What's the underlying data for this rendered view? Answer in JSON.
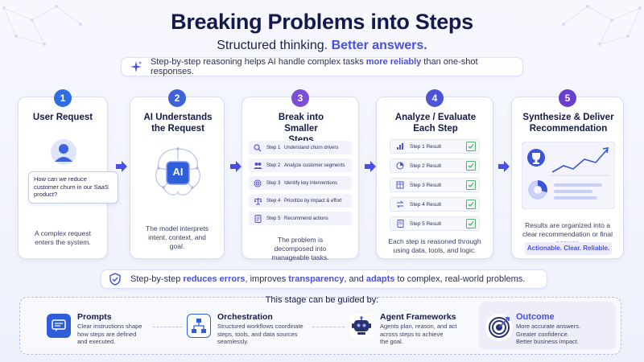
{
  "title": "Breaking Problems into Steps",
  "subtitle": {
    "lead": "Structured thinking.",
    "accent": "Better answers."
  },
  "banner": {
    "before": "Step-by-step reasoning helps AI handle complex tasks ",
    "bold": "more reliably",
    "after": " than one-shot responses."
  },
  "colors": {
    "s1": "#2f6ee0",
    "s2": "#3e62d8",
    "s3": "#7c4fd8",
    "s4": "#4c55d6",
    "s5": "#6a3fd0",
    "accent": "#4a4fe0",
    "check": "#4fb36b"
  },
  "steps": [
    {
      "num": "1",
      "title": "User Request",
      "bubble": "How can we reduce customer churn in our SaaS product?",
      "desc": "A complex request enters the system."
    },
    {
      "num": "2",
      "title": "AI Understands the Request",
      "chip": "AI",
      "desc": "The model interprets intent, context, and goal."
    },
    {
      "num": "3",
      "title": "Break into Smaller Steps",
      "desc": "The problem is decomposed into manageable tasks.",
      "items": [
        {
          "n": "Step 1",
          "t": "Understand churn drivers",
          "icon": "search-icon"
        },
        {
          "n": "Step 2",
          "t": "Analyze customer segments",
          "icon": "users-icon"
        },
        {
          "n": "Step 3",
          "t": "Identify key interventions",
          "icon": "target-icon"
        },
        {
          "n": "Step 4",
          "t": "Prioritize by impact & effort",
          "icon": "scale-icon"
        },
        {
          "n": "Step 5",
          "t": "Recommend actions",
          "icon": "document-icon"
        }
      ]
    },
    {
      "num": "4",
      "title": "Analyze / Evaluate Each Step",
      "desc": "Each step is reasoned through using data, tools, and logic.",
      "items": [
        {
          "t": "Step 1 Result",
          "icon": "bar-chart-icon"
        },
        {
          "t": "Step 2 Result",
          "icon": "pie-chart-icon"
        },
        {
          "t": "Step 3 Result",
          "icon": "table-icon"
        },
        {
          "t": "Step 4 Result",
          "icon": "swap-icon"
        },
        {
          "t": "Step 5 Result",
          "icon": "document-icon"
        }
      ]
    },
    {
      "num": "5",
      "title": "Synthesize & Deliver Recommendation",
      "desc": "Results are organized into a clear recommendation or final answer.",
      "tag": "Actionable. Clear. Reliable."
    }
  ],
  "middle_banner": {
    "p1": "Step-by-step ",
    "b1": "reduces errors",
    "p2": ", improves ",
    "b2": "transparency",
    "p3": ", and ",
    "b3": "adapts",
    "p4": " to complex, real-world problems."
  },
  "bottom": {
    "heading": "This stage can be guided by:",
    "items": [
      {
        "title": "Prompts",
        "desc": [
          "Clear instructions shape",
          "how steps are defined",
          "and executed."
        ],
        "icon": "message-icon"
      },
      {
        "title": "Orchestration",
        "desc": [
          "Structured workflows coordinate",
          "steps, tools, and data sources",
          "seamlessly."
        ],
        "icon": "workflow-icon"
      },
      {
        "title": "Agent Frameworks",
        "desc": [
          "Agents plan, reason, and act",
          "across steps to achieve",
          "the goal."
        ],
        "icon": "robot-icon"
      },
      {
        "title": "Outcome",
        "desc": [
          "More accurate answers.",
          "Greater confidence.",
          "Better business impact."
        ],
        "icon": "target-icon"
      }
    ]
  }
}
